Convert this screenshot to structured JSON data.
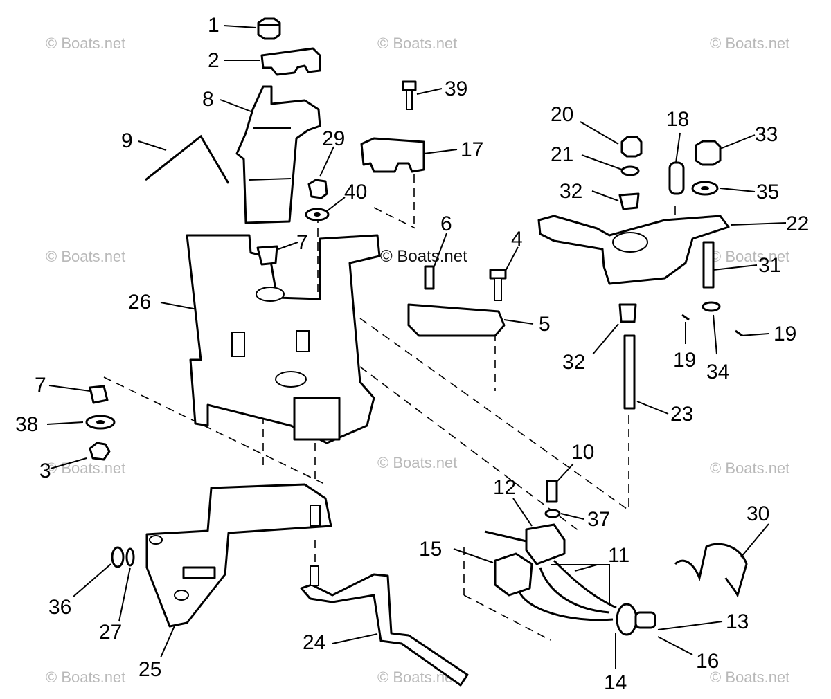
{
  "watermarks": {
    "tl": "© Boats.net",
    "tc": "© Boats.net",
    "tr": "© Boats.net",
    "ml": "© Boats.net",
    "mc": "© Boats.net",
    "mr": "© Boats.net",
    "ll": "© Boats.net",
    "lc": "© Boats.net",
    "lr": "© Boats.net",
    "bl": "© Boats.net",
    "bc": "© Boats.net",
    "br": "© Boats.net"
  },
  "callouts": {
    "c1": "1",
    "c2": "2",
    "c8": "8",
    "c9": "9",
    "c29": "29",
    "c40": "40",
    "c7a": "7",
    "c26": "26",
    "c39": "39",
    "c17": "17",
    "c6": "6",
    "c4": "4",
    "c5": "5",
    "c20": "20",
    "c21": "21",
    "c32a": "32",
    "c18": "18",
    "c33": "33",
    "c35": "35",
    "c22": "22",
    "c31": "31",
    "c19a": "19",
    "c19b": "19",
    "c34": "34",
    "c32b": "32",
    "c23": "23",
    "c7b": "7",
    "c38": "38",
    "c3": "3",
    "c10": "10",
    "c12": "12",
    "c37": "37",
    "c15": "15",
    "c11": "11",
    "c30": "30",
    "c36": "36",
    "c27": "27",
    "c25": "25",
    "c24": "24",
    "c13": "13",
    "c16": "16",
    "c14": "14"
  }
}
